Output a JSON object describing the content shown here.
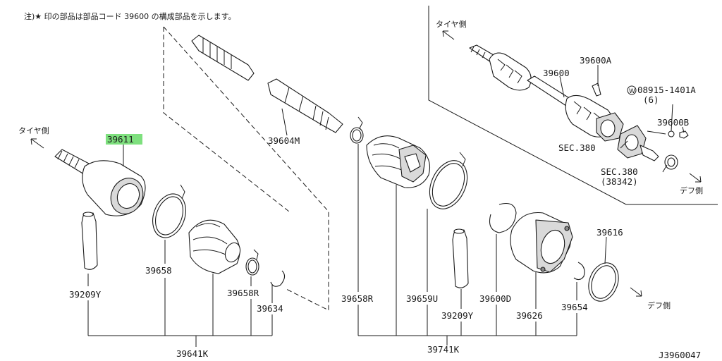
{
  "header": {
    "note": "注)★ 印の部品は部品コード 39600  の構成部品を示します。"
  },
  "directions": {
    "tire_side": "タイヤ側",
    "diff_side": "デフ側"
  },
  "labels": {
    "p39611": "39611",
    "p39604M": "39604M",
    "p39658": "39658",
    "p39209Y": "39209Y",
    "p39658R": "39658R",
    "p39634": "39634",
    "p39641K": "39641K",
    "p39659U": "39659U",
    "p39600D": "39600D",
    "p39626": "39626",
    "p39654": "39654",
    "p39616": "39616",
    "p39741K": "39741K",
    "p39600A": "39600A",
    "p39600": "39600",
    "bolt_prefix": "W",
    "p08915": "08915-1401A",
    "bolt_qty": "(6)",
    "p39600B": "39600B",
    "sec380": "SEC.380",
    "p38342": "(38342)"
  },
  "highlight": {
    "selected_part": "39611",
    "color": "#7ee07e"
  },
  "footer": {
    "diagram_id": "J3960047"
  }
}
